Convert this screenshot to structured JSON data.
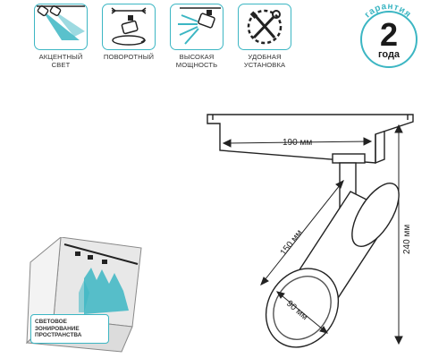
{
  "features": [
    {
      "icon": "accent-spotlight-icon",
      "caption": "АКЦЕНТНЫЙ\nСВЕТ"
    },
    {
      "icon": "rotating-spotlight-icon",
      "caption": "ПОВОРОТНЫЙ"
    },
    {
      "icon": "high-power-spotlight-icon",
      "caption": "ВЫСОКАЯ\nМОЩНОСТЬ"
    },
    {
      "icon": "easy-install-tools-icon",
      "caption": "УДОБНАЯ\nУСТАНОВКА"
    }
  ],
  "warranty": {
    "arc_text": "гарантия",
    "number": "2",
    "unit": "года"
  },
  "zoning": {
    "label": "СВЕТОВОЕ\nЗОНИРОВАНИЕ\nПРОСТРАНСТВА"
  },
  "dimensions": {
    "width": "190 мм",
    "length": "150 мм",
    "height": "240 мм",
    "diameter": "90 мм"
  },
  "colors": {
    "accent": "#3cb6c3",
    "line": "#222222"
  }
}
